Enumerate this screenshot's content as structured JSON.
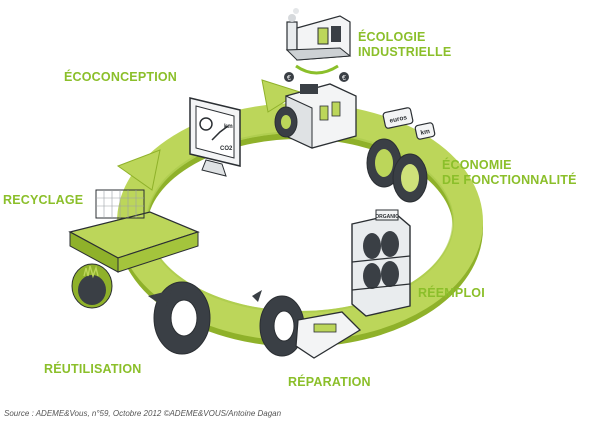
{
  "labels": {
    "ecologie_line1": "ÉCOLOGIE",
    "ecologie_line2": "INDUSTRIELLE",
    "ecoconception": "ÉCOCONCEPTION",
    "economie_line1": "ÉCONOMIE",
    "economie_line2": "DE FONCTIONNALITÉ",
    "recyclage": "RECYCLAGE",
    "reemploi": "RÉEMPLOI",
    "reutilisation": "RÉUTILISATION",
    "reparation": "RÉPARATION"
  },
  "icon_texts": {
    "monitor_unit_km": "km",
    "monitor_unit_co2": "CO2",
    "sign_euros": "euros",
    "sign_km": "km",
    "rack_tag": "ORGANIC",
    "factory_coin_left": "€",
    "factory_coin_right": "€"
  },
  "source": "Source : ADEME&Vous, n°59, Octobre 2012 ©ADEME&VOUS/Antoine Dagan",
  "colors": {
    "accent_green": "#8bbf2a",
    "ring_green": "#bcd65a",
    "ring_shadow": "#8fb12a",
    "tire_dark": "#3a3f45",
    "outline": "#2b2f33"
  },
  "icons": [
    "factory-icon",
    "eco-factory-icon",
    "monitor-icon",
    "lime-tires-icon",
    "tire-rack-icon",
    "repair-tire-icon",
    "reuse-tire-icon",
    "grass-field-icon"
  ]
}
